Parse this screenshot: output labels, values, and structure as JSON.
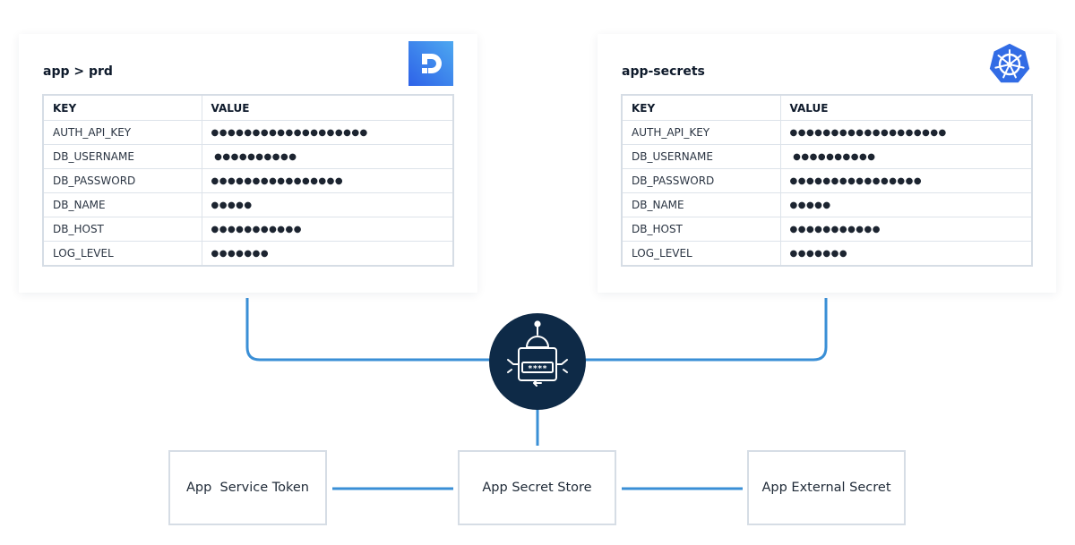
{
  "left_card": {
    "title": "app > prd",
    "logo": "doppler-logo",
    "headers": {
      "key": "KEY",
      "value": "VALUE"
    },
    "rows": [
      {
        "key": "AUTH_API_KEY",
        "value": "●●●●●●●●●●●●●●●●●●●"
      },
      {
        "key": "DB_USERNAME",
        "value": " ●●●●●●●●●●"
      },
      {
        "key": "DB_PASSWORD",
        "value": "●●●●●●●●●●●●●●●●"
      },
      {
        "key": "DB_NAME",
        "value": "●●●●●"
      },
      {
        "key": "DB_HOST",
        "value": "●●●●●●●●●●●"
      },
      {
        "key": "LOG_LEVEL",
        "value": "●●●●●●●"
      }
    ]
  },
  "right_card": {
    "title": "app-secrets",
    "logo": "kubernetes-logo",
    "headers": {
      "key": "KEY",
      "value": "VALUE"
    },
    "rows": [
      {
        "key": "AUTH_API_KEY",
        "value": "●●●●●●●●●●●●●●●●●●●"
      },
      {
        "key": "DB_USERNAME",
        "value": " ●●●●●●●●●●"
      },
      {
        "key": "DB_PASSWORD",
        "value": "●●●●●●●●●●●●●●●●"
      },
      {
        "key": "DB_NAME",
        "value": "●●●●●"
      },
      {
        "key": "DB_HOST",
        "value": "●●●●●●●●●●●"
      },
      {
        "key": "LOG_LEVEL",
        "value": "●●●●●●●"
      }
    ]
  },
  "operator": {
    "icon": "secrets-operator-robot-icon",
    "password_mask": "****"
  },
  "nodes": {
    "service_token": "App  Service Token",
    "secret_store": "App Secret Store",
    "external_secret": "App External Secret"
  },
  "colors": {
    "connector": "#3a8fd6",
    "operator_bg": "#0e2a47",
    "doppler_gradient_start": "#2e62e8",
    "doppler_gradient_end": "#4da8f0",
    "kubernetes_blue": "#326ce5",
    "border": "#d6dde5"
  }
}
